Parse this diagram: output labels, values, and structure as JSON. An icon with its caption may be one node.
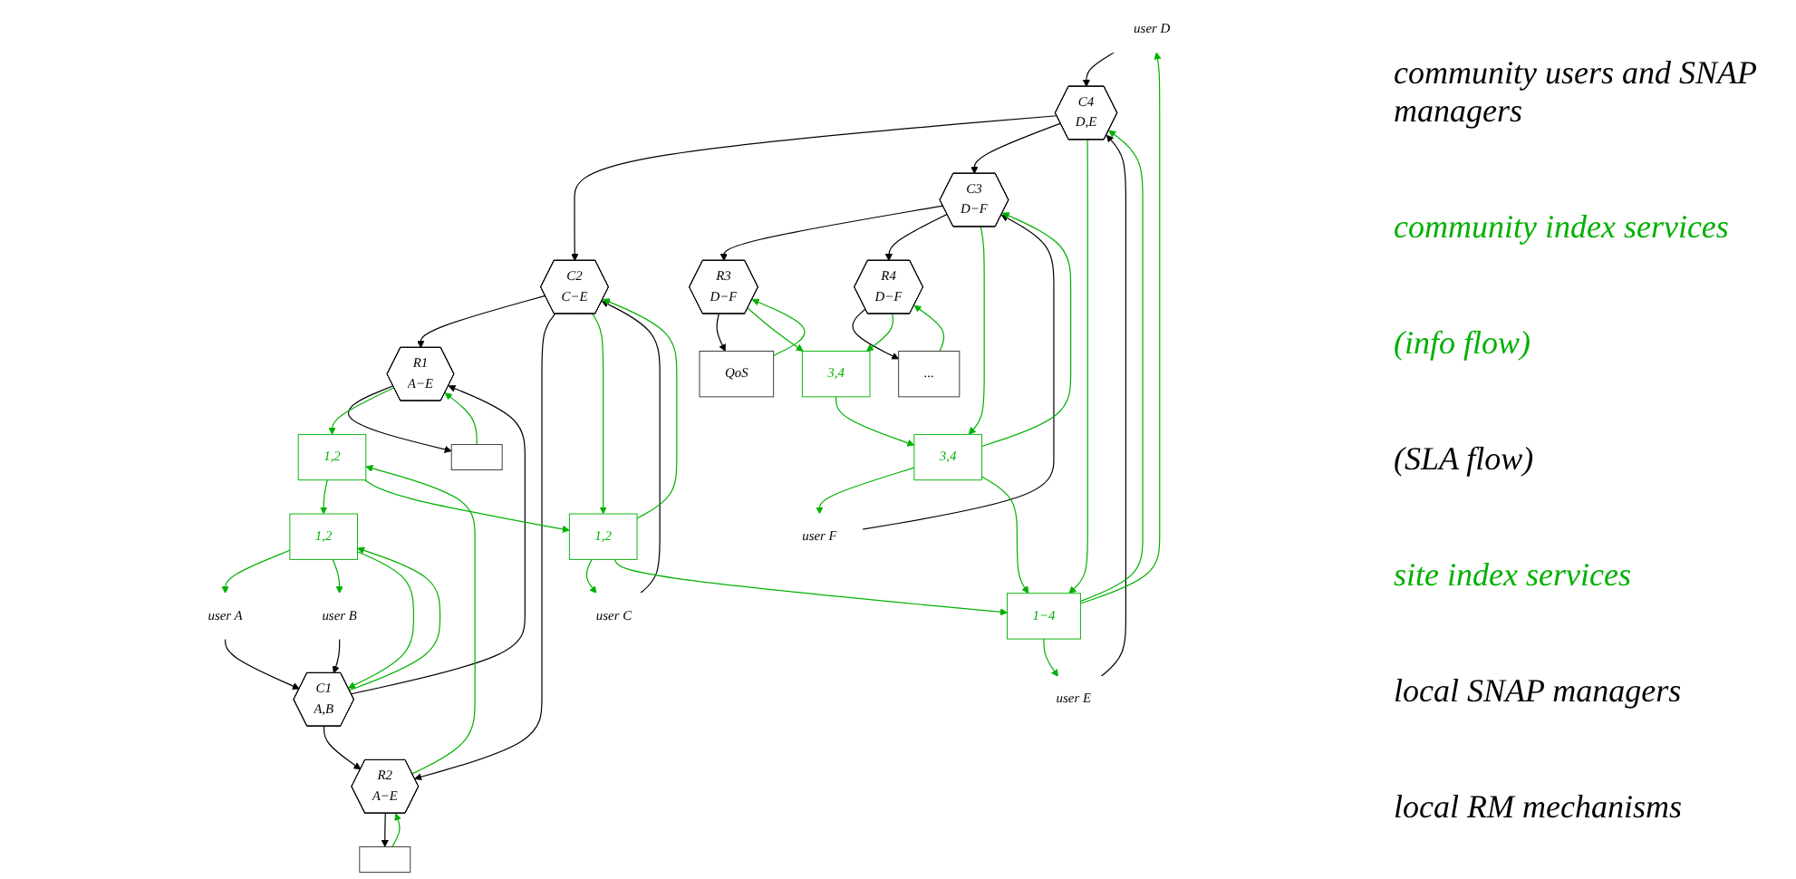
{
  "diagram": {
    "nodes": [
      {
        "text": [
          "user D"
        ]
      },
      {
        "text": [
          "user E"
        ]
      },
      {
        "text": [
          "C4",
          "D,E"
        ]
      },
      {
        "text": [
          "1−4"
        ]
      },
      {
        "text": [
          "user A"
        ]
      },
      {
        "text": [
          "user B"
        ]
      },
      {
        "text": [
          "user C"
        ]
      },
      {
        "text": [
          "user F"
        ]
      },
      {
        "text": [
          "C1",
          "A,B"
        ]
      },
      {
        "text": [
          "1,2"
        ]
      },
      {
        "text": [
          "C2",
          "C−E"
        ]
      },
      {
        "text": [
          "1,2"
        ]
      },
      {
        "text": [
          "C3",
          "D−F"
        ]
      },
      {
        "text": [
          "3,4"
        ]
      },
      {
        "text": [
          "1,2"
        ]
      },
      {
        "text": [
          "3,4"
        ]
      },
      {
        "text": [
          "R1",
          "A−E"
        ]
      },
      {
        "text": [
          "R2",
          "A−E"
        ]
      },
      {
        "text": [
          "R3",
          "D−F"
        ]
      },
      {
        "text": [
          "R4",
          "D−F"
        ]
      },
      {
        "text": [],
        "shape": "box"
      },
      {
        "text": [],
        "shape": "box"
      },
      {
        "text": [
          "QoS"
        ]
      },
      {
        "text": [
          "..."
        ]
      }
    ],
    "edges": [
      {
        "from": 0,
        "to": 2,
        "arrow": "to",
        "color": "#000000"
      },
      {
        "from": 1,
        "to": 2,
        "arrow": "to",
        "color": "#000000"
      },
      {
        "from": 4,
        "to": 8,
        "arrow": "to",
        "color": "#000000"
      },
      {
        "from": 5,
        "to": 8,
        "arrow": "to",
        "color": "#000000"
      },
      {
        "from": 6,
        "to": 10,
        "arrow": "to",
        "color": "#000000"
      },
      {
        "from": 7,
        "to": 12,
        "arrow": "to",
        "color": "#000000"
      },
      {
        "from": 2,
        "to": 10,
        "arrow": "to",
        "color": "#000000"
      },
      {
        "from": 2,
        "to": 12,
        "arrow": "to",
        "color": "#000000"
      },
      {
        "from": 8,
        "to": 16,
        "arrow": "to",
        "color": "#000000"
      },
      {
        "from": 8,
        "to": 17,
        "arrow": "to",
        "color": "#000000"
      },
      {
        "from": 10,
        "to": 16,
        "arrow": "to",
        "color": "#000000"
      },
      {
        "from": 10,
        "to": 17,
        "arrow": "to",
        "color": "#000000"
      },
      {
        "from": 12,
        "to": 18,
        "arrow": "to",
        "color": "#000000"
      },
      {
        "from": 12,
        "to": 19,
        "arrow": "to",
        "color": "#000000"
      },
      {
        "from": 16,
        "to": 20,
        "arrow": "to",
        "color": "#000000"
      },
      {
        "from": 17,
        "to": 21,
        "arrow": "to",
        "color": "#000000"
      },
      {
        "from": 18,
        "to": 22,
        "arrow": "to",
        "color": "#000000"
      },
      {
        "from": 19,
        "to": 23,
        "arrow": "to",
        "color": "#000000"
      },
      {
        "from": 3,
        "to": 0,
        "arrow": "to"
      },
      {
        "from": 3,
        "to": 1,
        "arrow": "to"
      },
      {
        "from": 2,
        "to": 3,
        "arrow": "to"
      },
      {
        "from": 3,
        "to": 2,
        "arrow": "to"
      },
      {
        "from": 9,
        "to": 4,
        "arrow": "to"
      },
      {
        "from": 9,
        "to": 5,
        "arrow": "to"
      },
      {
        "from": 8,
        "to": 9,
        "arrow": "to"
      },
      {
        "from": 9,
        "to": 8,
        "arrow": "to"
      },
      {
        "from": 11,
        "to": 6,
        "arrow": "to"
      },
      {
        "from": 10,
        "to": 11,
        "arrow": "to"
      },
      {
        "from": 11,
        "to": 10,
        "arrow": "to"
      },
      {
        "from": 11,
        "to": 3,
        "arrow": "to"
      },
      {
        "from": 13,
        "to": 7,
        "arrow": "to"
      },
      {
        "from": 12,
        "to": 13,
        "arrow": "to"
      },
      {
        "from": 13,
        "to": 12,
        "arrow": "to"
      },
      {
        "from": 13,
        "to": 3,
        "arrow": "to"
      },
      {
        "from": 14,
        "to": 9,
        "arrow": "to"
      },
      {
        "from": 14,
        "to": 11,
        "arrow": "to"
      },
      {
        "from": 15,
        "to": 13,
        "arrow": "to"
      },
      {
        "from": 16,
        "to": 14,
        "arrow": "to"
      },
      {
        "from": 17,
        "to": 14,
        "arrow": "to"
      },
      {
        "from": 18,
        "to": 15,
        "arrow": "to"
      },
      {
        "from": 19,
        "to": 15,
        "arrow": "to"
      },
      {
        "from": 20,
        "to": 16,
        "arrow": "to"
      },
      {
        "from": 21,
        "to": 17,
        "arrow": "to"
      },
      {
        "from": 22,
        "to": 18,
        "arrow": "to"
      },
      {
        "from": 23,
        "to": 19,
        "arrow": "to"
      }
    ],
    "labels": [
      "community users and SNAP managers",
      "community index services",
      "(info flow)",
      "(SLA flow)",
      "site index services",
      "local SNAP managers",
      "local RM mechanisms"
    ]
  }
}
